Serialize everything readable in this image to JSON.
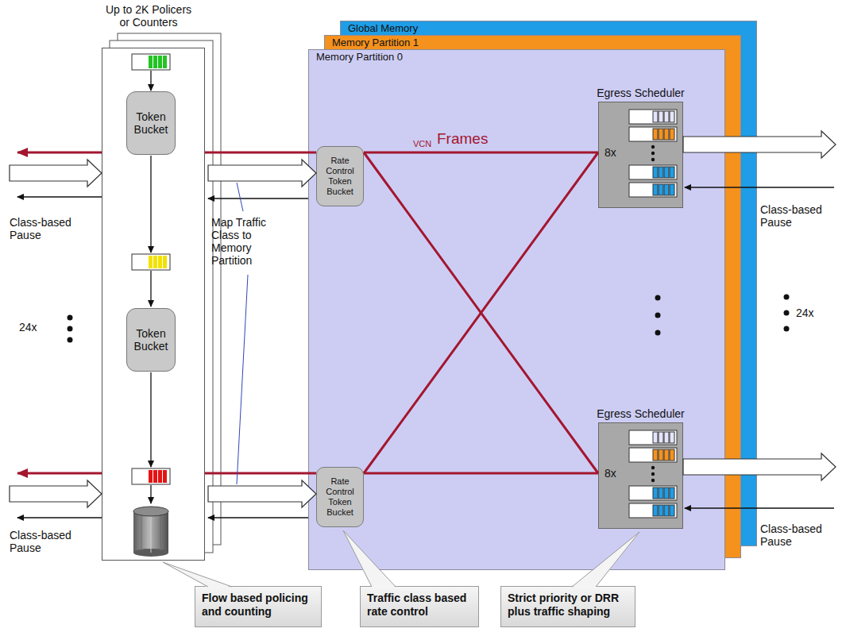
{
  "diagram": {
    "nodes": [
      {
        "text": [
          "Up to 2K Policers or Counters"
        ]
      },
      {
        "text": [
          "Token Bucket"
        ],
        "in": 0
      },
      {
        "text": [
          "Token Bucket"
        ],
        "in": 0
      },
      {
        "text": [
          "Global Memory"
        ]
      },
      {
        "text": [
          "Memory Partition 1"
        ]
      },
      {
        "text": [
          "Memory Partition 0"
        ]
      },
      {
        "text": [
          "Rate Control Token Bucket"
        ],
        "in": 5
      },
      {
        "text": [
          "Egress Scheduler",
          "8x"
        ],
        "in": 5
      },
      {
        "text": [
          "Rate Control Token Bucket"
        ],
        "in": 5
      },
      {
        "text": [
          "Egress Scheduler",
          "8x"
        ],
        "in": 5
      },
      {
        "text": [
          "Flow based policing and counting"
        ]
      },
      {
        "text": [
          "Traffic class based rate control"
        ]
      },
      {
        "text": [
          "Strict priority or DRR plus traffic shaping"
        ]
      }
    ],
    "edges": [
      {
        "from": 6,
        "to": 7,
        "arrow": "none"
      },
      {
        "from": 6,
        "to": 9,
        "arrow": "none"
      },
      {
        "from": 8,
        "to": 7,
        "arrow": "none"
      },
      {
        "from": 8,
        "to": 9,
        "arrow": "none"
      }
    ],
    "labels": [
      "VCN",
      "Frames",
      "Class-based Pause",
      "Map Traffic Class to Memory Partition",
      "Class-based Pause",
      "24x",
      "24x",
      "Class-based Pause",
      "Class-based Pause"
    ]
  }
}
